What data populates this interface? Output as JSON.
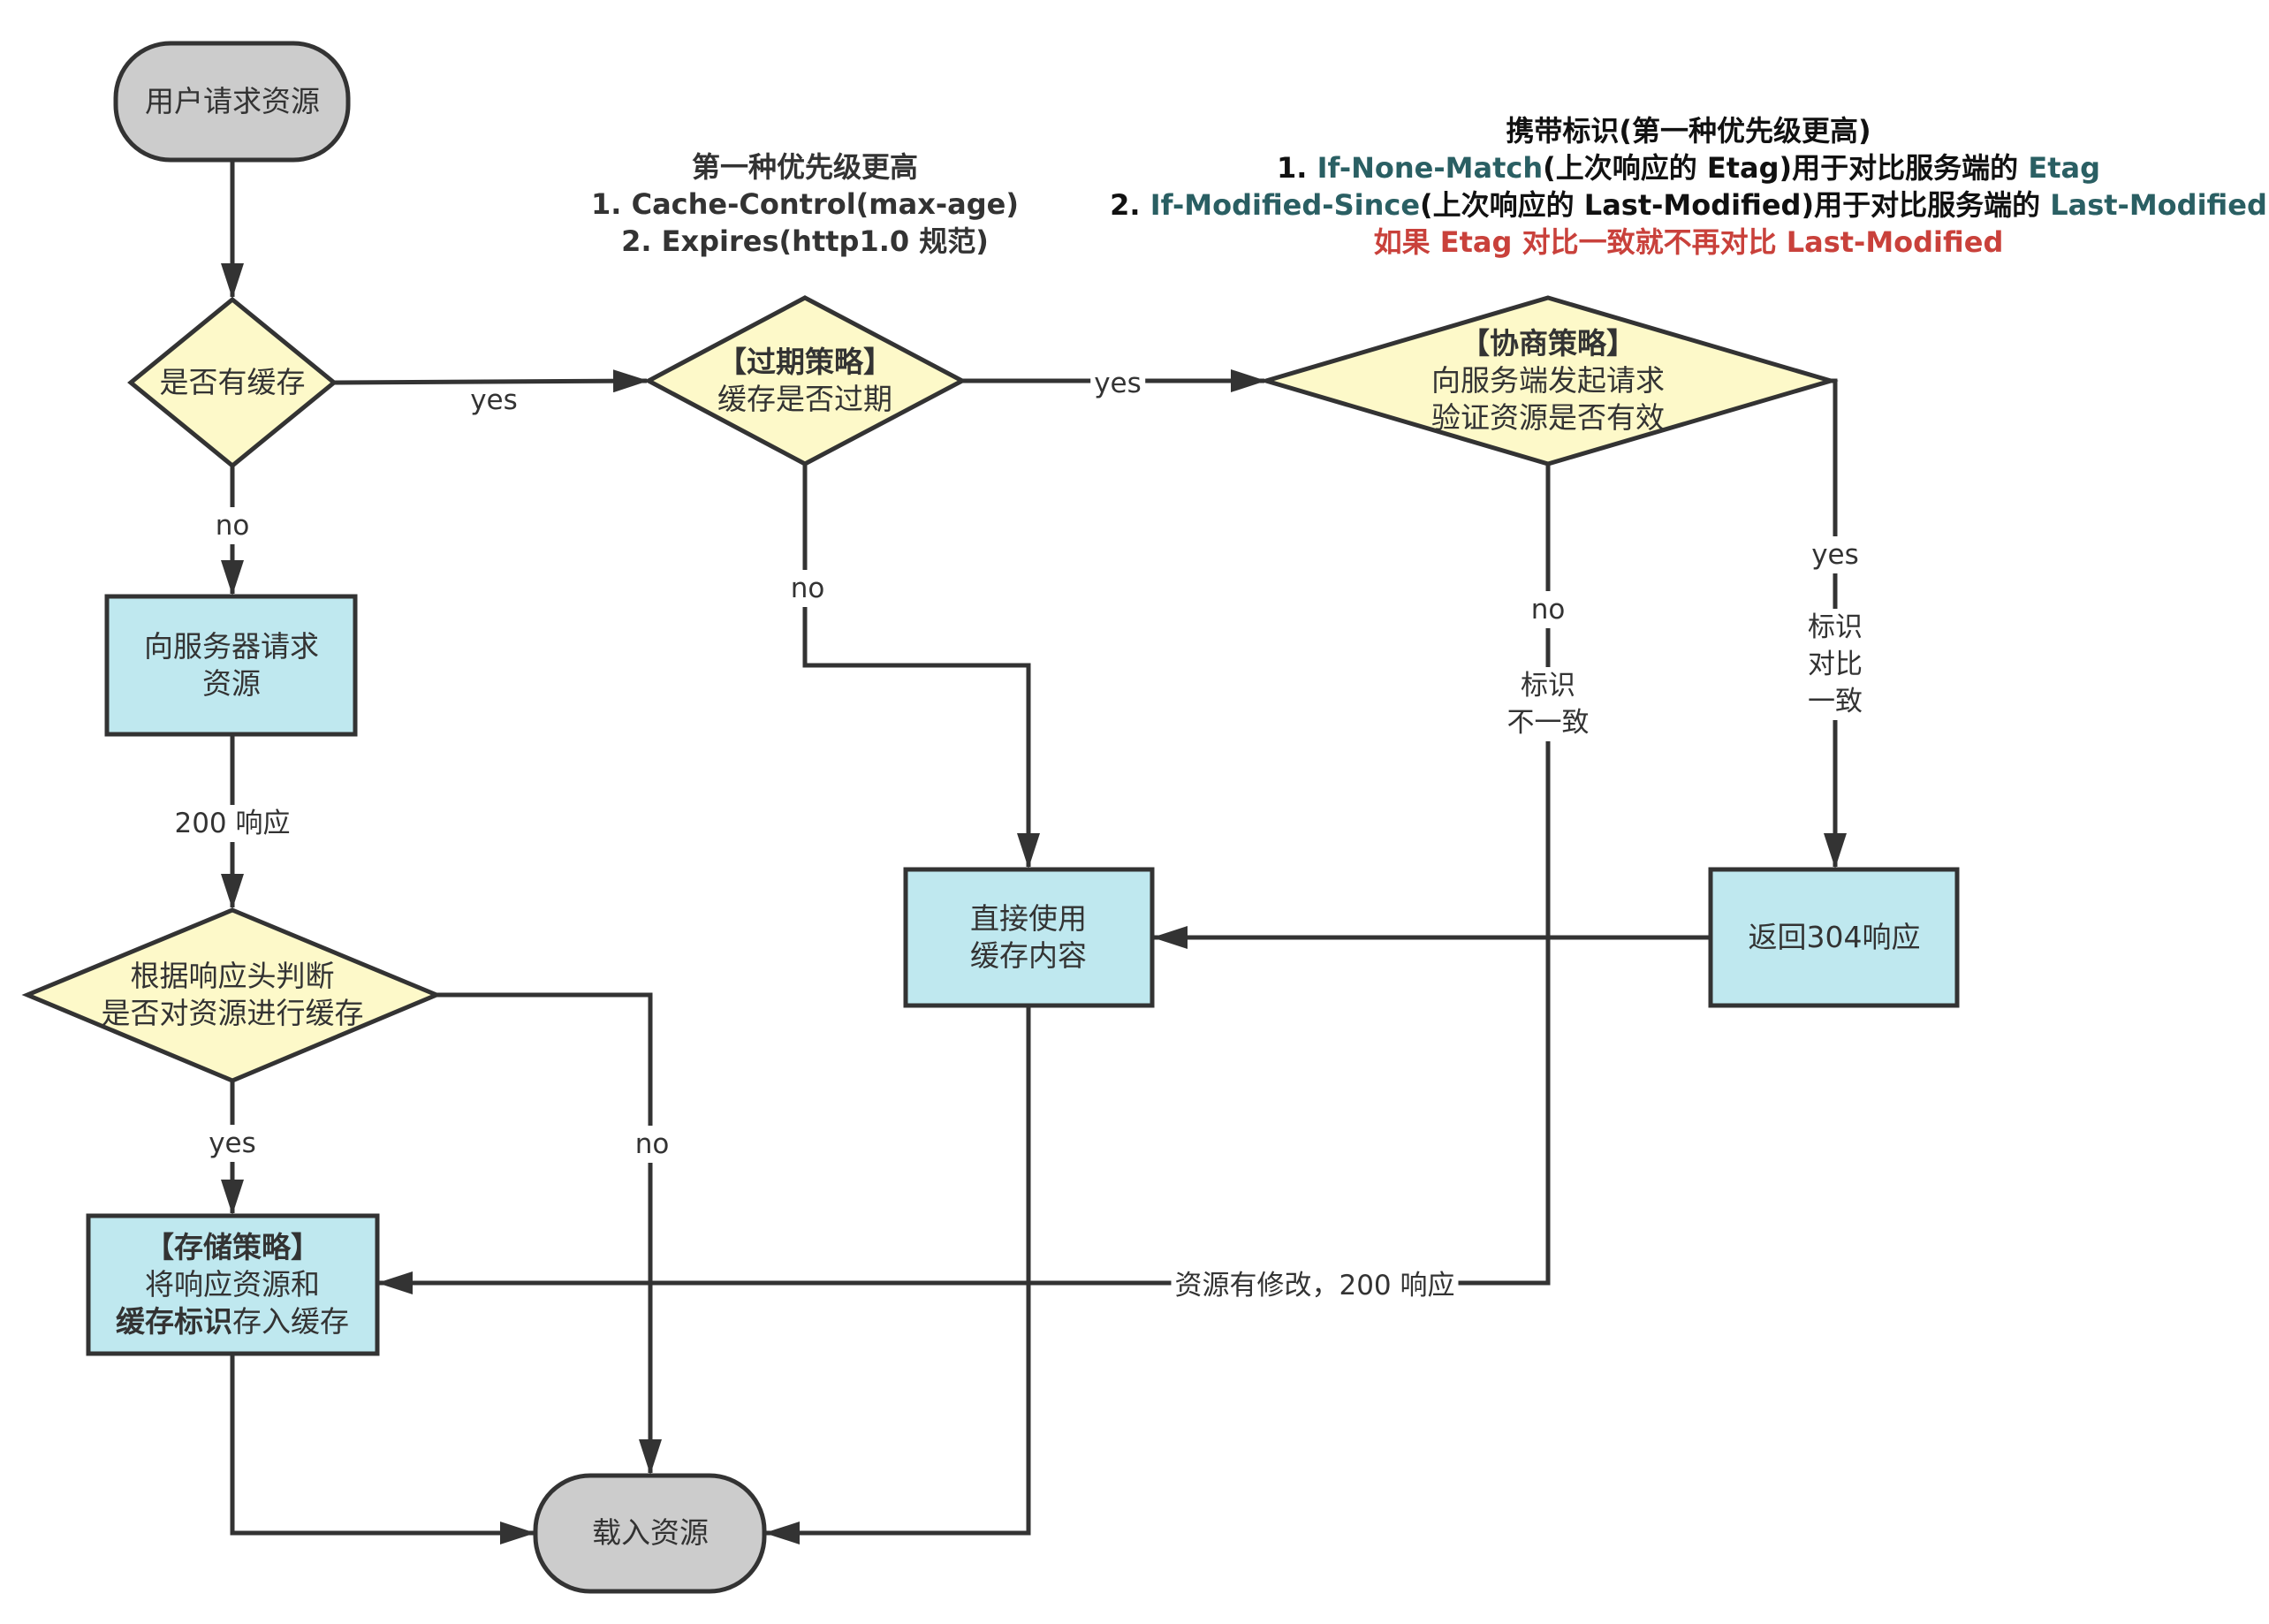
{
  "colors": {
    "terminal_fill": "#cccccc",
    "decision_fill": "#fdf9c9",
    "process_fill": "#bfe8ef",
    "stroke": "#333333",
    "accent_teal": "#2a5f63",
    "accent_red": "#c9413b"
  },
  "nodes": {
    "start": {
      "text": "用户请求资源"
    },
    "has_cache": {
      "text": "是否有缓存"
    },
    "expire": {
      "title": "【过期策略】",
      "text": "缓存是否过期"
    },
    "negotiate": {
      "title": "【协商策略】",
      "line1": "向服务端发起请求",
      "line2": "验证资源是否有效"
    },
    "request_server": {
      "line1": "向服务器请求",
      "line2": "资源"
    },
    "judge_header": {
      "line1": "根据响应头判断",
      "line2": "是否对资源进行缓存"
    },
    "store": {
      "title": "【存储策略】",
      "line1": "将响应资源和",
      "line2_bold": "缓存标识",
      "line2_rest": "存入缓存"
    },
    "use_cache": {
      "line1": "直接使用",
      "line2": "缓存内容"
    },
    "return_304": {
      "text": "返回304响应"
    },
    "load": {
      "text": "载入资源"
    }
  },
  "edges": {
    "has_cache_yes": "yes",
    "has_cache_no": "no",
    "expire_yes": "yes",
    "expire_no": "no",
    "negotiate_yes": "yes",
    "negotiate_yes_detail": [
      "标识",
      "对比",
      "一致"
    ],
    "negotiate_no": "no",
    "negotiate_no_detail": [
      "标识",
      "不一致"
    ],
    "response_200": "200 响应",
    "judge_yes": "yes",
    "judge_no": "no",
    "modified_200": "资源有修改，200 响应"
  },
  "notes": {
    "expire_note": {
      "line1": "第一种优先级更高",
      "line2": "1. Cache-Control(max-age)",
      "line3": "2. Expires(http1.0 规范)"
    },
    "negotiate_note": {
      "title": "携带标识(第一种优先级更高)",
      "l1_prefix": "1. ",
      "l1_teal": "If-None-Match",
      "l1_mid": "(上次响应的 Etag)用于对比服务端的 ",
      "l1_teal2": "Etag",
      "l2_prefix": "2. ",
      "l2_teal": "If-Modified-Since",
      "l2_mid": "(上次响应的 Last-Modified)用于对比服务端的 ",
      "l2_teal2": "Last-Modified",
      "warning": "如果 Etag 对比一致就不再对比 Last-Modified"
    }
  }
}
